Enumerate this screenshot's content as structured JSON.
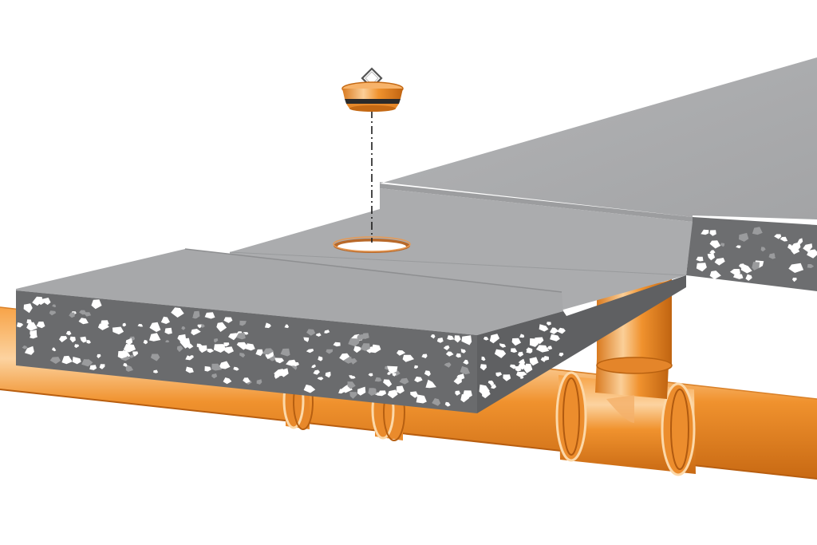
{
  "diagram": {
    "components": [
      {
        "id": "cleanout-plug",
        "icon": "plug-cap-icon"
      },
      {
        "id": "floor-opening",
        "icon": "round-hole-icon"
      },
      {
        "id": "concrete-slab",
        "icon": "concrete-slab-icon"
      },
      {
        "id": "riser-pipe",
        "icon": "vertical-pipe-icon"
      },
      {
        "id": "tee-fitting",
        "icon": "pipe-tee-icon"
      },
      {
        "id": "sleeve-couplings",
        "icon": "pipe-coupling-icon",
        "count": 2
      },
      {
        "id": "drain-pipe",
        "icon": "horizontal-pipe-icon"
      }
    ],
    "colors": {
      "pipe": "#f0922e",
      "pipe_shadow": "#c96a15",
      "pipe_highlight": "#fcd8a8",
      "slab_top": "#a9aaac",
      "slab_side": "#6d6e70",
      "aggregate": "#ffffff",
      "background": "#ffffff"
    },
    "labels": []
  }
}
